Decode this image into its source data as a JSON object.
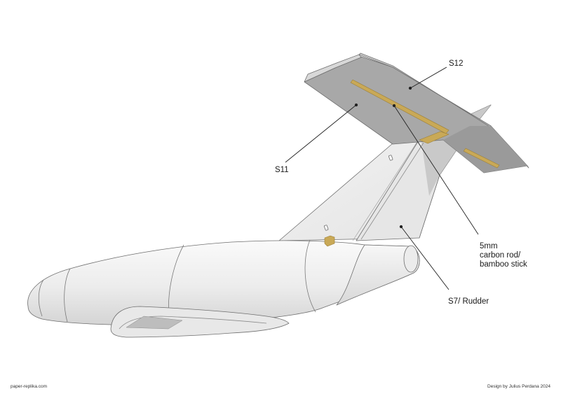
{
  "labels": {
    "s12": "S12",
    "s11": "S11",
    "rod_line1": "5mm",
    "rod_line2": "carbon rod/",
    "rod_line3": "bamboo stick",
    "s7": "S7/ Rudder"
  },
  "footer": {
    "website": "paper-replika.com",
    "credit": "Design by Julius Perdana 2024"
  },
  "colors": {
    "stabilizer_top": "#a8a8a8",
    "stabilizer_edge": "#d6d6d6",
    "fuselage": "#f2f2f2",
    "outline": "#6e6e6e",
    "spar": "#c9a957",
    "leader": "#222222"
  }
}
